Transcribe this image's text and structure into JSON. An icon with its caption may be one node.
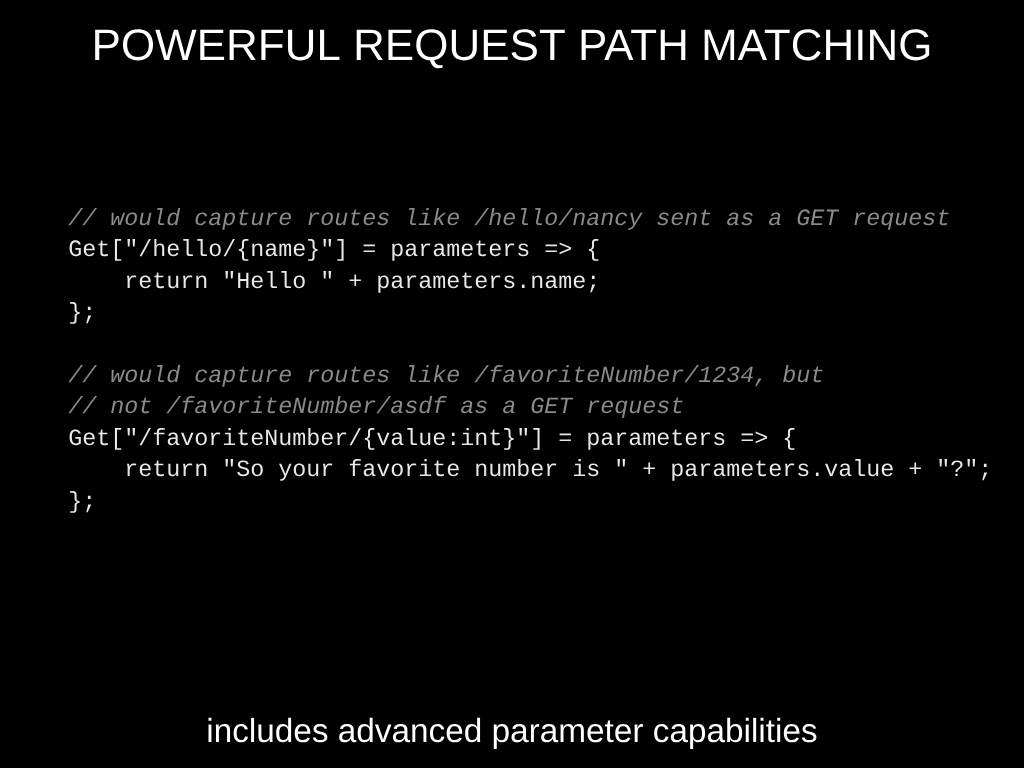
{
  "diagram": {
    "title": "POWERFUL REQUEST PATH MATCHING",
    "caption": "includes advanced parameter capabilities",
    "labels": [
      "// would capture routes like /hello/nancy sent as a GET request",
      "Get[\"/hello/{name}\"] = parameters => {",
      "return \"Hello \" + parameters.name;",
      "};",
      "// would capture routes like /favoriteNumber/1234, but",
      "// not /favoriteNumber/asdf as a GET request",
      "Get[\"/favoriteNumber/{value:int}\"] = parameters => {",
      "return \"So your favorite number is \" + parameters.value + \"?\";",
      "};"
    ]
  }
}
